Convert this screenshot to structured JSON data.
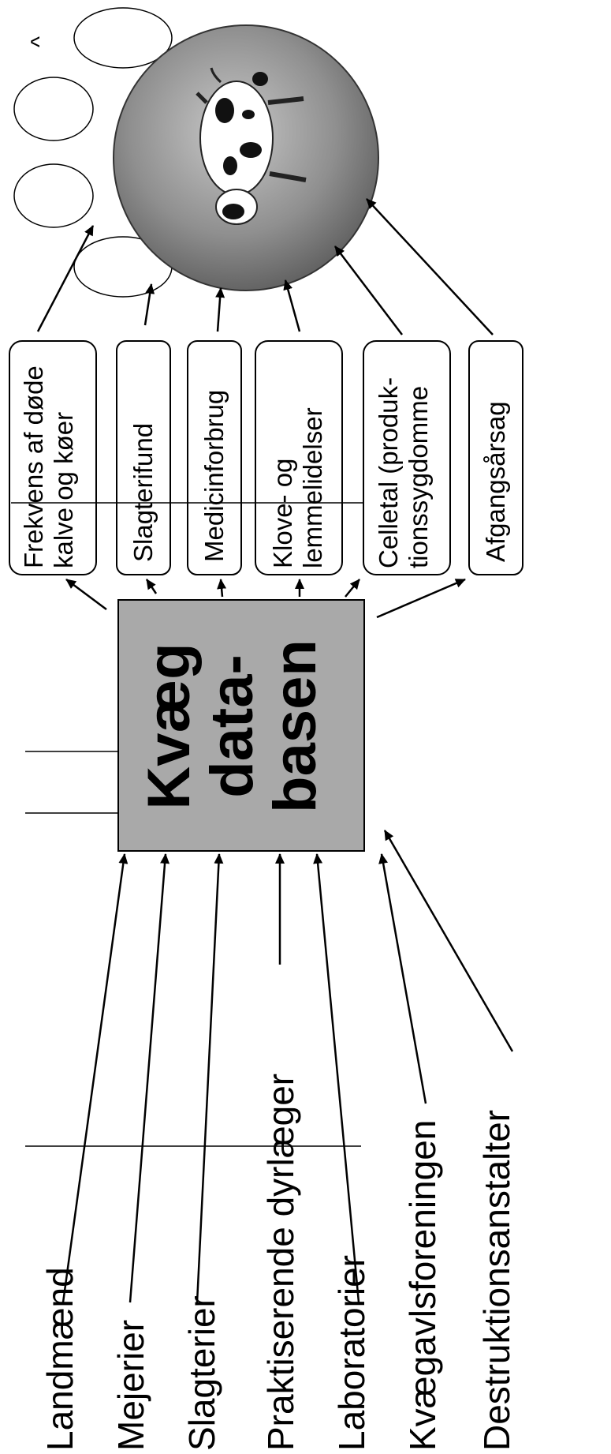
{
  "sources": {
    "landmaend": "Landmænd",
    "mejerier": "Mejerier",
    "slagterier": "Slagterier",
    "praktiserende_dyrlaeger": "Praktiserende dyrlæger",
    "laboratorier": "Laboratorier",
    "kvaegavlsforeningen": "Kvægavlsforeningen",
    "destruktionsanstalter": "Destruktionsanstalter"
  },
  "database": {
    "line1": "Kvæg",
    "line2": "data-",
    "line3": "basen"
  },
  "outputs": {
    "frekvens": "Frekvens af døde kalve og køer",
    "slagterifund": "Slagterifund",
    "medicinforbrug": "Medicinforbrug",
    "klove": "Klove- og lemmelidelser",
    "celletal": "Celletal (produk-tionssygdomme",
    "afgang": "Afgangsårsag"
  },
  "caret": "^",
  "colors": {
    "database_fill": "#a9a9a9",
    "globe_fill": "#8a8a8a",
    "line": "#000000"
  }
}
